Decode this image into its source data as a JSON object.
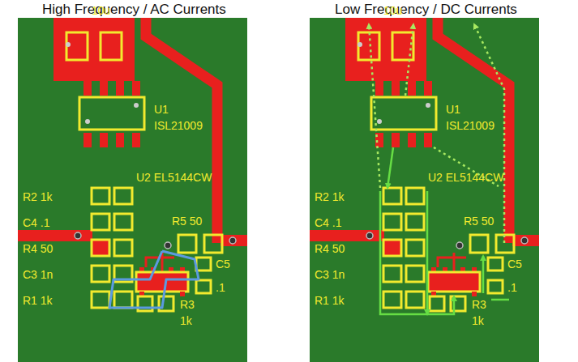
{
  "diagram": {
    "labels": [
      "High Frequency / AC Currents",
      "10u",
      "U1",
      "ISL21009",
      "U2 EL5144CW",
      "R2 1k",
      "C4 .1",
      "R4 50",
      "C3 1n",
      "R1 1k",
      "R5 50",
      "C5",
      ".1",
      "R3",
      "1k",
      "Low Frequency / DC Currents",
      "10u",
      "U1",
      "ISL21009",
      "U2 EL5144CW",
      "R2 1k",
      "C4 .1",
      "R4 50",
      "C3 1n",
      "R1 1k",
      "R5 50",
      "C5",
      ".1",
      "R3",
      "1k"
    ]
  }
}
